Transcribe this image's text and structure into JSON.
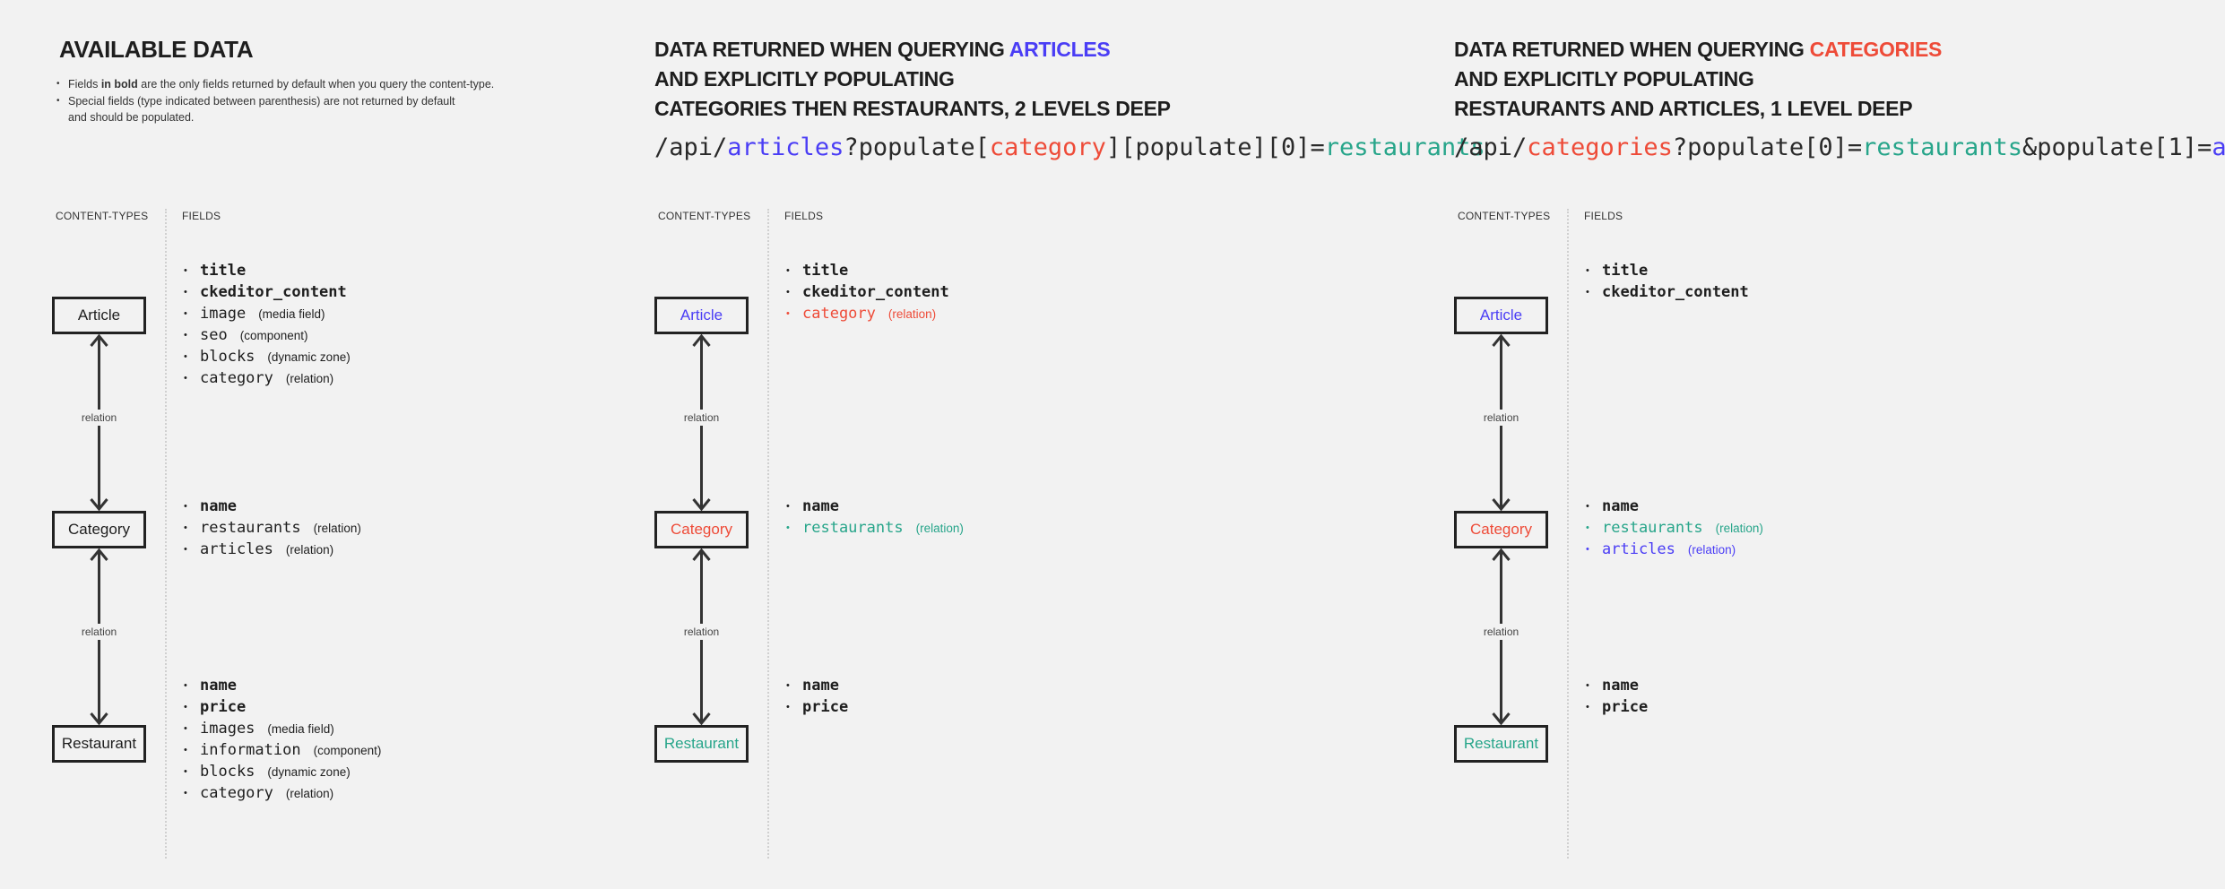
{
  "colors": {
    "text": "#1e1e1e",
    "blue": "#4a3df5",
    "red": "#ee4b38",
    "green": "#27a58a",
    "background": "#f2f2f2"
  },
  "panels": [
    {
      "title": [
        [
          {
            "t": "AVAILABLE DATA"
          }
        ]
      ],
      "notes": [
        [
          {
            "t": "Fields "
          },
          {
            "t": "in bold",
            "b": true
          },
          {
            "t": " are the only fields returned by default when you query the content-type."
          }
        ],
        [
          {
            "t": "Special fields (type indicated between parenthesis) are not returned by default"
          }
        ],
        [
          {
            "t": "and should be populated."
          }
        ]
      ],
      "content_types_label": "CONTENT-TYPES",
      "fields_label": "FIELDS",
      "relation_labels": [
        "relation",
        "relation"
      ],
      "types": [
        {
          "label": "Article",
          "color": "text",
          "fields": [
            {
              "name": "title",
              "bold": true
            },
            {
              "name": "ckeditor_content",
              "bold": true
            },
            {
              "name": "image",
              "note": "(media field)"
            },
            {
              "name": "seo",
              "note": "(component)"
            },
            {
              "name": "blocks",
              "note": "(dynamic zone)"
            },
            {
              "name": "category",
              "note": "(relation)"
            }
          ]
        },
        {
          "label": "Category",
          "color": "text",
          "fields": [
            {
              "name": "name",
              "bold": true
            },
            {
              "name": "restaurants",
              "note": "(relation)"
            },
            {
              "name": "articles",
              "note": "(relation)"
            }
          ]
        },
        {
          "label": "Restaurant",
          "color": "text",
          "fields": [
            {
              "name": "name",
              "bold": true
            },
            {
              "name": "price",
              "bold": true
            },
            {
              "name": "images",
              "note": "(media field)"
            },
            {
              "name": "information",
              "note": "(component)"
            },
            {
              "name": "blocks",
              "note": "(dynamic zone)"
            },
            {
              "name": "category",
              "note": "(relation)"
            }
          ]
        }
      ]
    },
    {
      "title": [
        [
          {
            "t": "DATA RETURNED WHEN QUERYING "
          },
          {
            "t": "ARTICLES",
            "c": "blue"
          }
        ],
        [
          {
            "t": "AND EXPLICITLY POPULATING"
          }
        ],
        [
          {
            "t": "CATEGORIES THEN RESTAURANTS, 2 LEVELS DEEP"
          }
        ]
      ],
      "url": [
        {
          "t": "/api/"
        },
        {
          "t": "articles",
          "c": "blue"
        },
        {
          "t": "?populate["
        },
        {
          "t": "category",
          "c": "red"
        },
        {
          "t": "][populate][0]="
        },
        {
          "t": "restaurants",
          "c": "green"
        }
      ],
      "content_types_label": "CONTENT-TYPES",
      "fields_label": "FIELDS",
      "relation_labels": [
        "relation",
        "relation"
      ],
      "types": [
        {
          "label": "Article",
          "color": "blue",
          "fields": [
            {
              "name": "title",
              "bold": true
            },
            {
              "name": "ckeditor_content",
              "bold": true
            },
            {
              "name": "category",
              "note": "(relation)",
              "color": "red"
            }
          ]
        },
        {
          "label": "Category",
          "color": "red",
          "fields": [
            {
              "name": "name",
              "bold": true
            },
            {
              "name": "restaurants",
              "note": "(relation)",
              "color": "green"
            }
          ]
        },
        {
          "label": "Restaurant",
          "color": "green",
          "fields": [
            {
              "name": "name",
              "bold": true
            },
            {
              "name": "price",
              "bold": true
            }
          ]
        }
      ]
    },
    {
      "title": [
        [
          {
            "t": "DATA RETURNED WHEN QUERYING "
          },
          {
            "t": "CATEGORIES",
            "c": "red"
          }
        ],
        [
          {
            "t": "AND EXPLICITLY POPULATING"
          }
        ],
        [
          {
            "t": "RESTAURANTS AND ARTICLES, 1 LEVEL DEEP"
          }
        ]
      ],
      "url": [
        {
          "t": "/api/"
        },
        {
          "t": "categories",
          "c": "red"
        },
        {
          "t": "?populate[0]="
        },
        {
          "t": "restaurants",
          "c": "green"
        },
        {
          "t": "&populate[1]="
        },
        {
          "t": "articles",
          "c": "blue"
        }
      ],
      "content_types_label": "CONTENT-TYPES",
      "fields_label": "FIELDS",
      "relation_labels": [
        "relation",
        "relation"
      ],
      "types": [
        {
          "label": "Article",
          "color": "blue",
          "fields": [
            {
              "name": "title",
              "bold": true
            },
            {
              "name": "ckeditor_content",
              "bold": true
            }
          ]
        },
        {
          "label": "Category",
          "color": "red",
          "fields": [
            {
              "name": "name",
              "bold": true
            },
            {
              "name": "restaurants",
              "note": "(relation)",
              "color": "green"
            },
            {
              "name": "articles",
              "note": "(relation)",
              "color": "blue"
            }
          ]
        },
        {
          "label": "Restaurant",
          "color": "green",
          "fields": [
            {
              "name": "name",
              "bold": true
            },
            {
              "name": "price",
              "bold": true
            }
          ]
        }
      ]
    }
  ]
}
